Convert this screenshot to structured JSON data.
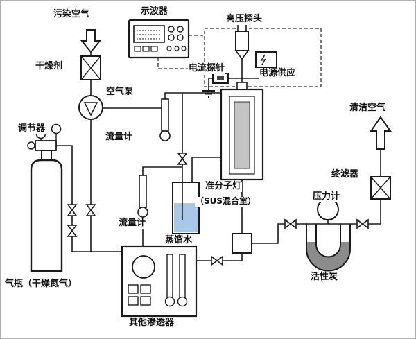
{
  "diagram": {
    "labels": {
      "polluted_air": "污染空气",
      "desiccant": "干燥剂",
      "air_pump": "空气泵",
      "oscilloscope": "示波器",
      "hv_probe": "高压探头",
      "current_probe": "电流探针",
      "power_supply": "电源供应",
      "regulator": "调节器",
      "flow_meter_1": "流量计",
      "flow_meter_2": "流量计",
      "distilled_water": "蒸馏水",
      "excimer_lamp": "准分子灯",
      "sus_chamber": "（SUS混合室）",
      "gas_cylinder": "气瓶（干燥氮气）",
      "other_permeator": "其他渗透器",
      "pressure_gauge": "压力计",
      "activated_carbon": "活性炭",
      "final_filter": "终滤器",
      "clean_air": "清洁空气"
    },
    "colors": {
      "line": "#1a1a1a",
      "water_fill": "#a9c7e8",
      "lamp_fill": "#c4c4c4",
      "carbon_fill": "#8c8c8c"
    }
  }
}
